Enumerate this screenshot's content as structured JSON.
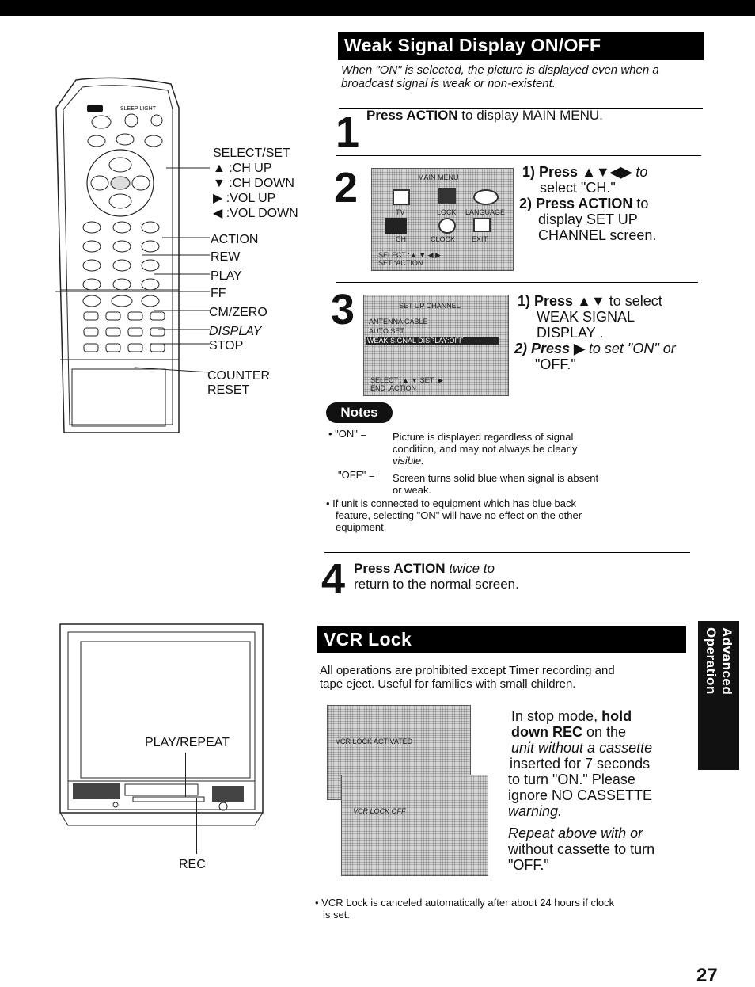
{
  "weak_signal": {
    "title": "Weak Signal Display ON/OFF",
    "intro": "When \"ON\" is selected, the picture is displayed even when a broadcast signal is weak or non-existent.",
    "step1": {
      "num": "1",
      "bold": "Press ACTION",
      "rest": " to display MAIN MENU."
    },
    "step2": {
      "num": "2",
      "line1_prefix": "1) Press ",
      "line1_arrows": "▲▼◀▶",
      "line1_suffix": " to",
      "line2": "select \"CH.\"",
      "line3_bold": "2) Press ACTION",
      "line3_rest": " to",
      "line4": "display SET UP",
      "line5": "CHANNEL screen."
    },
    "step3": {
      "num": "3",
      "line1_prefix": "1) Press ",
      "line1_arrows": "▲▼",
      "line1_suffix": " to select",
      "line2": "WEAK SIGNAL",
      "line3": "DISPLAY .",
      "line4_bold": "2) Press ",
      "line4_arrow": "▶",
      "line4_rest": " to set \"ON\" or",
      "line5": "\"OFF.\""
    },
    "step4": {
      "num": "4",
      "bold": "Press ACTION",
      "rest": " twice to",
      "line2": "return to the normal screen."
    }
  },
  "main_menu_screen": {
    "title": "MAIN MENU",
    "items": [
      "TV",
      "LOCK",
      "LANGUAGE",
      "CH",
      "CLOCK",
      "EXIT"
    ],
    "footer1": "SELECT :▲ ▼ ◀ ▶",
    "footer2": "SET     :ACTION"
  },
  "setup_channel_screen": {
    "title": "SET UP CHANNEL",
    "row1": "ANTENNA    CABLE",
    "row2": "AUTO  SET",
    "row3": "WEAK SIGNAL DISPLAY:OFF",
    "footer1": "SELECT :▲ ▼      SET :▶",
    "footer2": "END     :ACTION"
  },
  "notes": {
    "badge": "Notes",
    "n1_key": "• \"ON\"  =",
    "n1_text1": "Picture is displayed regardless of signal",
    "n1_text2": "condition, and may not always be clearly",
    "n1_text3": "visible.",
    "n2_key": "\"OFF\" =",
    "n2_text1": "Screen turns solid blue when signal is absent",
    "n2_text2": "or weak.",
    "n3_line1": "• If unit is connected to equipment which has blue back",
    "n3_line2": "feature, selecting \"ON\" will have no effect on the other",
    "n3_line3": "equipment."
  },
  "vcr_lock": {
    "title": "VCR Lock",
    "intro1": "All operations are prohibited except Timer recording and",
    "intro2": "tape eject. Useful for families with small children.",
    "screen1": "VCR LOCK ACTIVATED",
    "screen2": "VCR LOCK OFF",
    "desc_line1_pre": "In stop mode, ",
    "desc_line1_bold": "hold",
    "desc_line2_bold": "down REC",
    "desc_line2_rest": " on the",
    "desc_line3": "unit without a cassette",
    "desc_line4": "inserted for 7 seconds",
    "desc_line5": "to turn \"ON.\" Please",
    "desc_line6": "ignore NO CASSETTE",
    "desc_line7": "warning.",
    "repeat1": "Repeat above with or",
    "repeat2": "without cassette to turn",
    "repeat3": "\"OFF.\"",
    "footnote1": "• VCR Lock is canceled automatically after about 24 hours if clock",
    "footnote2": "is set."
  },
  "remote_labels": {
    "select_set": "SELECT/SET",
    "ch_up": "▲ :CH UP",
    "ch_down": "▼ :CH DOWN",
    "vol_up": "▶ :VOL UP",
    "vol_down": "◀ :VOL DOWN",
    "action": "ACTION",
    "rew": "REW",
    "play": "PLAY",
    "ff": "FF",
    "cm_zero": "CM/ZERO",
    "display": "DISPLAY",
    "stop": "STOP",
    "counter": "COUNTER",
    "reset": "RESET",
    "top_small": "SLEEP  LIGHT"
  },
  "tv_labels": {
    "play_repeat": "PLAY/REPEAT",
    "rec": "REC"
  },
  "side_tab": "Advanced Operation",
  "page_number": "27"
}
